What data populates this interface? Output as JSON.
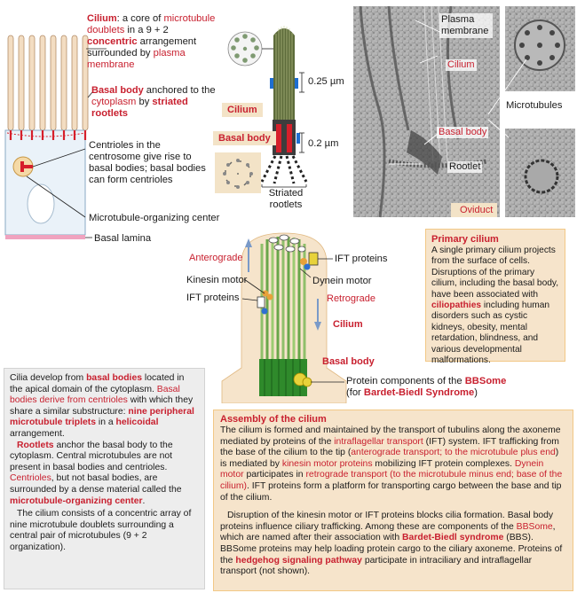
{
  "top_left": {
    "cilium_title": "Cilium",
    "cilium_desc": [
      {
        "t": ": a core of ",
        "r": false
      },
      {
        "t": "microtubule doublets",
        "r": true
      },
      {
        "t": " in a 9 + 2 ",
        "r": false
      },
      {
        "t": "concentric",
        "r": true,
        "b": true
      },
      {
        "t": " arrangement surrounded by ",
        "r": false
      },
      {
        "t": "plasma membrane",
        "r": true
      }
    ],
    "basal_title": "Basal body",
    "basal_desc": [
      {
        "t": " anchored to the ",
        "r": false
      },
      {
        "t": "cytoplasm",
        "r": true
      },
      {
        "t": " by ",
        "r": false
      },
      {
        "t": "striated rootlets",
        "r": true,
        "b": true
      }
    ],
    "centrioles": "Centrioles in the centrosome give rise to basal bodies; basal bodies can form centrioles",
    "mtoc": "Microtubule-organizing center",
    "basal_lamina": "Basal lamina"
  },
  "cilium_diagram": {
    "dim_top": "0.25 µm",
    "dim_bottom": "0.2 µm",
    "cilium_tag": "Cilium",
    "basal_tag": "Basal body",
    "rootlets": "Striated rootlets"
  },
  "micrographs": {
    "plasma_membrane": "Plasma membrane",
    "cilium": "Cilium",
    "microtubules": "Microtubules",
    "basal_body": "Basal body",
    "rootlet": "Rootlet",
    "oviduct": "Oviduct"
  },
  "ift_diagram": {
    "anterograde": "Anterograde",
    "ift_proteins_top": "IFT proteins",
    "kinesin": "Kinesin motor",
    "dynein": "Dynein motor",
    "ift_proteins_left": "IFT proteins",
    "retrograde": "Retrograde",
    "cilium": "Cilium",
    "basal_body": "Basal body",
    "bbsome_line1_a": "Protein components of the ",
    "bbsome_line1_b": "BBSome",
    "bbsome_line2_a": "(for ",
    "bbsome_line2_b": "Bardet-Biedl Syndrome",
    "bbsome_line2_c": ")"
  },
  "primary_cilium": {
    "title": "Primary cilium",
    "body_a": "A single primary cilium projects from the surface of cells. Disruptions of the primary cilium, including the basal body,  have been associated with ",
    "body_b": "ciliopathies",
    "body_c": " including human disorders such as cystic kidneys, obesity, mental retardation, blindness, and various developmental malformations."
  },
  "bottom_left": [
    [
      {
        "t": "Cilia develop from ",
        "r": false
      },
      {
        "t": "basal bodies",
        "r": true,
        "b": true
      },
      {
        "t": " located in the apical domain of the cytoplasm. ",
        "r": false
      },
      {
        "t": "Basal bodies derive from centrioles",
        "r": true
      },
      {
        "t": " with which they share a similar substructure: ",
        "r": false
      },
      {
        "t": "nine peripheral microtubule triplets",
        "r": true,
        "b": true
      },
      {
        "t": " in a ",
        "r": false
      },
      {
        "t": "helicoidal",
        "r": true,
        "b": true
      },
      {
        "t": " arrangement.",
        "r": false
      }
    ],
    [
      {
        "t": "Rootlets",
        "r": true,
        "b": true
      },
      {
        "t": " anchor the basal body to the cytoplasm. Central microtubules are not present in basal bodies and centrioles. ",
        "r": false
      },
      {
        "t": "Centrioles",
        "r": true
      },
      {
        "t": ", but not basal bodies, are surrounded by a dense material called the ",
        "r": false
      },
      {
        "t": "microtubule-organizing center",
        "r": true,
        "b": true
      },
      {
        "t": ".",
        "r": false
      }
    ],
    [
      {
        "t": "The cilium consists of a concentric array of nine microtubule doublets surrounding a central pair of microtubules (9 + 2 organization).",
        "r": false
      }
    ]
  ],
  "assembly": {
    "title": "Assembly of the cilium",
    "p1": [
      {
        "t": "The cilium is formed and maintained by the transport of tubulins along the axoneme mediated by proteins of the ",
        "r": false
      },
      {
        "t": "intraflagellar transport",
        "r": true
      },
      {
        "t": " (IFT) system. IFT trafficking from the base of the cilium to the tip (",
        "r": false
      },
      {
        "t": "anterograde transport; to the microtubule plus end",
        "r": true
      },
      {
        "t": ") is mediated by ",
        "r": false
      },
      {
        "t": "kinesin motor proteins",
        "r": true
      },
      {
        "t": " mobilizing IFT protein complexes.  ",
        "r": false
      },
      {
        "t": "Dynein motor",
        "r": true
      },
      {
        "t": " participates in ",
        "r": false
      },
      {
        "t": "retrograde transport (to the microtubule minus end; base of the cilium)",
        "r": true
      },
      {
        "t": ".  IFT proteins form a platform for transporting cargo between the base and tip of the cilium.",
        "r": false
      }
    ],
    "p2": [
      {
        "t": "Disruption of the kinesin motor or IFT proteins blocks cilia formation. Basal body proteins influence ciliary trafficking. Among these are components of the ",
        "r": false
      },
      {
        "t": "BBSome",
        "r": true
      },
      {
        "t": ", which are named after their association with ",
        "r": false
      },
      {
        "t": "Bardet-Biedl syndrome",
        "r": true,
        "b": true
      },
      {
        "t": " (BBS). BBSome proteins may help loading protein cargo to the ciliary axoneme. Proteins of the ",
        "r": false
      },
      {
        "t": "hedgehog signaling pathway",
        "r": true,
        "b": true
      },
      {
        "t": " participate in intraciliary and intraflagellar transport (not shown).",
        "r": false
      }
    ]
  },
  "colors": {
    "accent_red": "#c8202f",
    "box_tan": "#f6e4cb",
    "box_gray": "#ededed",
    "cilium_green": "#4f9a3c"
  }
}
